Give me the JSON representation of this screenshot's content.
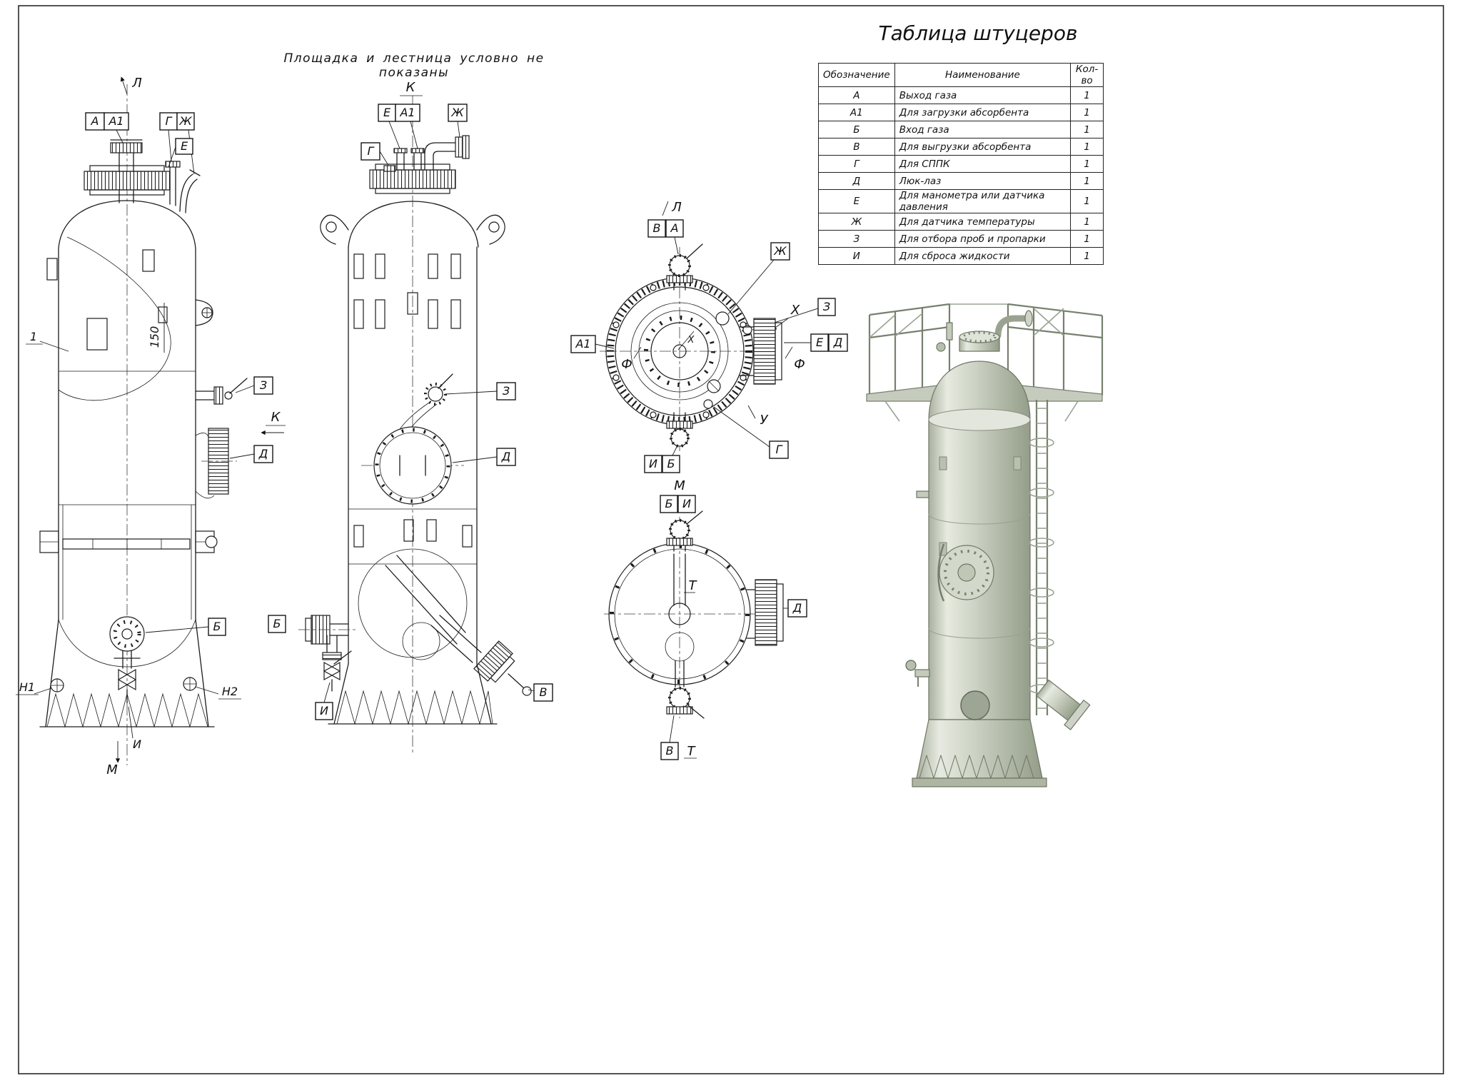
{
  "note": "Площадка и лестница условно не показаны",
  "table": {
    "title": "Таблица штуцеров",
    "headers": {
      "designation": "Обозначение",
      "name": "Наименование",
      "qty": "Кол-во"
    },
    "rows": [
      {
        "designation": "А",
        "name": "Выход газа",
        "qty": "1"
      },
      {
        "designation": "А1",
        "name": "Для загрузки абсорбента",
        "qty": "1"
      },
      {
        "designation": "Б",
        "name": "Вход газа",
        "qty": "1"
      },
      {
        "designation": "В",
        "name": "Для выгрузки абсорбента",
        "qty": "1"
      },
      {
        "designation": "Г",
        "name": "Для СППК",
        "qty": "1"
      },
      {
        "designation": "Д",
        "name": "Люк-лаз",
        "qty": "1"
      },
      {
        "designation": "Е",
        "name": "Для манометра или датчика давления",
        "qty": "1"
      },
      {
        "designation": "Ж",
        "name": "Для датчика температуры",
        "qty": "1"
      },
      {
        "designation": "З",
        "name": "Для отбора проб и пропарки",
        "qty": "1"
      },
      {
        "designation": "И",
        "name": "Для сброса жидкости",
        "qty": "1"
      }
    ]
  },
  "views": {
    "front": {
      "labels": {
        "l": "Л",
        "a": "А",
        "a1": "А1",
        "g": "Г",
        "zh": "Ж",
        "e": "Е",
        "item": "1",
        "dim": "150",
        "z": "З",
        "k": "К",
        "d": "Д",
        "b": "Б",
        "n1": "Н1",
        "n2": "Н2",
        "i": "И",
        "m": "М"
      }
    },
    "k": {
      "labels": {
        "k": "К",
        "e": "Е",
        "a1": "А1",
        "zh": "Ж",
        "g": "Г",
        "z": "З",
        "d": "Д",
        "b": "Б",
        "i": "И",
        "v": "В"
      }
    },
    "l": {
      "labels": {
        "l": "Л",
        "v": "В",
        "a": "А",
        "zh": "Ж",
        "z": "З",
        "x": "Х",
        "e": "Е",
        "d": "Д",
        "f": "Ф",
        "a1": "А1",
        "u": "У",
        "g": "Г",
        "i": "И",
        "b": "Б"
      }
    },
    "m": {
      "labels": {
        "m": "М",
        "b": "Б",
        "i": "И",
        "d": "Д",
        "t": "Т",
        "v": "В"
      }
    }
  }
}
